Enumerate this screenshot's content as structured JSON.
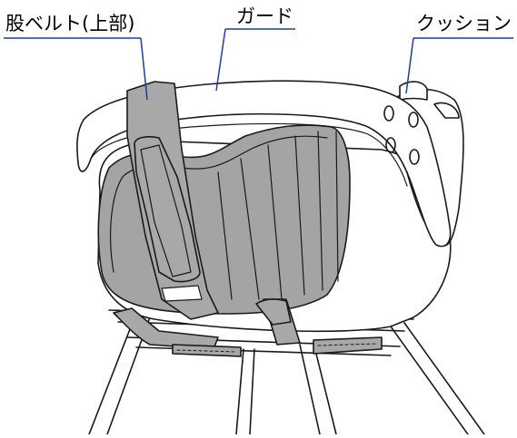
{
  "callouts": {
    "crotch_belt": "股ベルト(上部)",
    "guard": "ガード",
    "cushion": "クッション"
  },
  "colors": {
    "leader_line": "#1e3f9e",
    "strap_fill": "#a8a8a8",
    "seat_fill": "#a4a4a4",
    "outline": "#1a1a1a",
    "guard_fill": "#ffffff"
  }
}
